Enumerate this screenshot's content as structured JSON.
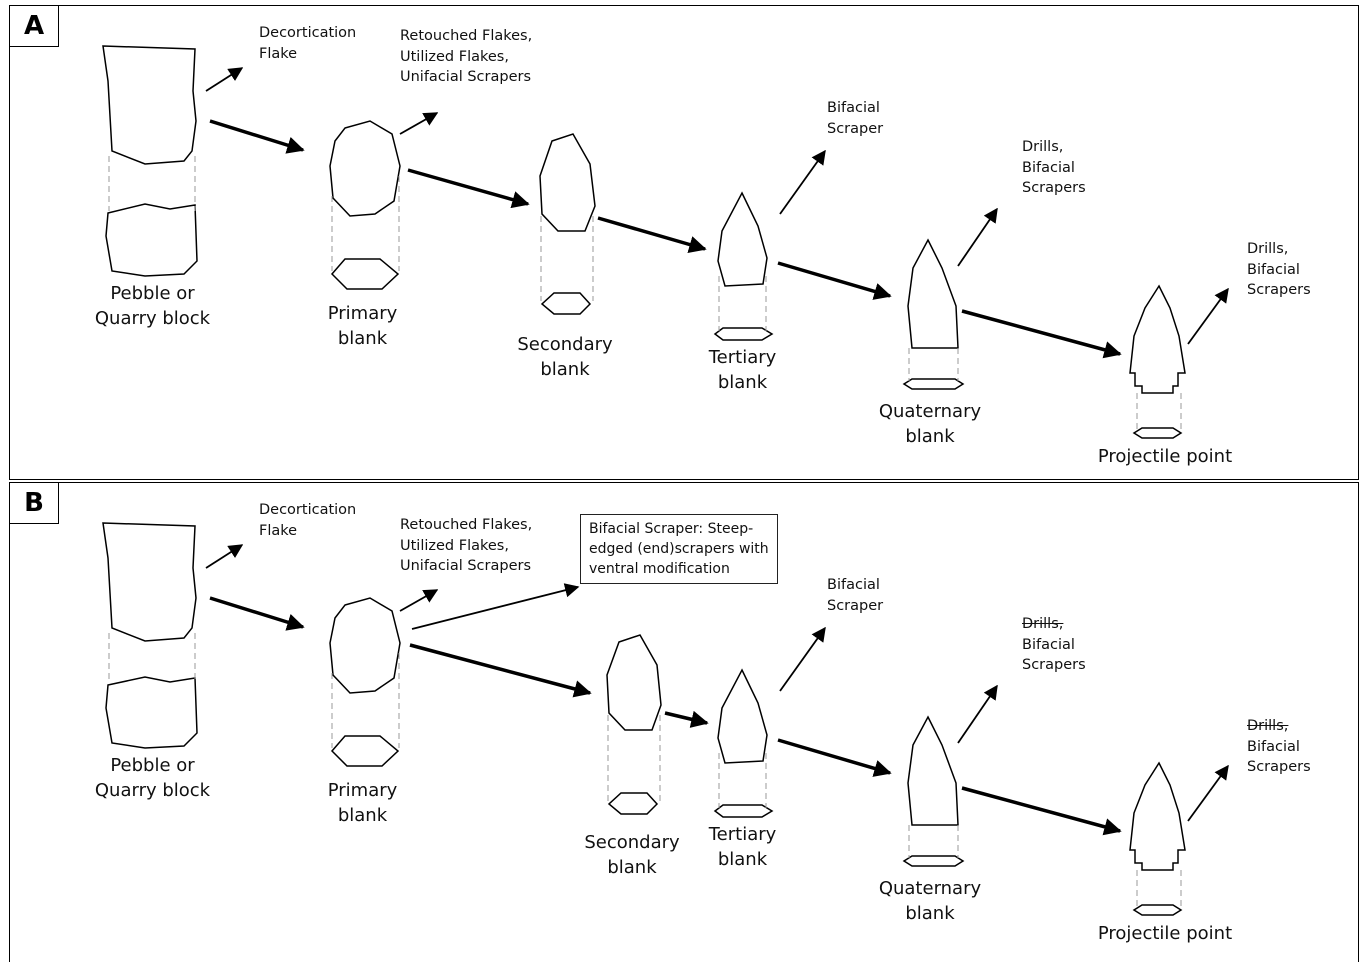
{
  "panel_a": {
    "letter": "A",
    "stages": {
      "pebble": "Pebble or\nQuarry block",
      "primary": "Primary\nblank",
      "secondary": "Secondary\nblank",
      "tertiary": "Tertiary\nblank",
      "quaternary": "Quaternary\nblank",
      "point": "Projectile point"
    },
    "byproducts": {
      "decortication": "Decortication\nFlake",
      "retouched": "Retouched Flakes,\nUtilized Flakes,\nUnifacial Scrapers",
      "bifacial_scraper": "Bifacial\nScraper",
      "drills_1_drills": "Drills,",
      "drills_1_rest": "Bifacial\nScrapers",
      "drills_2_drills": "Drills,",
      "drills_2_rest": "Bifacial\nScrapers"
    }
  },
  "panel_b": {
    "letter": "B",
    "stages": {
      "pebble": "Pebble or\nQuarry block",
      "primary": "Primary\nblank",
      "secondary": "Secondary\nblank",
      "tertiary": "Tertiary\nblank",
      "quaternary": "Quaternary\nblank",
      "point": "Projectile point"
    },
    "byproducts": {
      "decortication": "Decortication\nFlake",
      "retouched": "Retouched Flakes,\nUtilized Flakes,\nUnifacial Scrapers",
      "box_note": "Bifacial Scraper: Steep-\nedged (end)scrapers with\nventral modification",
      "bifacial_scraper": "Bifacial\nScraper",
      "drills_1_drills": "Drills,",
      "drills_1_rest": "Bifacial\nScrapers",
      "drills_2_drills": "Drills,",
      "drills_2_rest": "Bifacial\nScrapers"
    }
  }
}
